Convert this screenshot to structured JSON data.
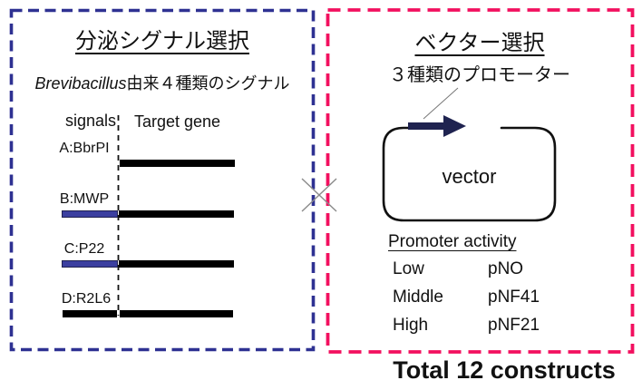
{
  "left_panel": {
    "title": "分泌シグナル選択",
    "subtitle_italic": "Brevibacillus",
    "subtitle_rest": "由来４種類のシグナル",
    "col_signals": "signals",
    "col_target": "Target gene",
    "rows": [
      {
        "label": "A:BbrPI",
        "signal_bar": "none"
      },
      {
        "label": "B:MWP",
        "signal_bar": "blue"
      },
      {
        "label": "C:P22",
        "signal_bar": "blue"
      },
      {
        "label": "D:R2L6",
        "signal_bar": "black"
      }
    ]
  },
  "right_panel": {
    "title": "ベクター選択",
    "subtitle": "３種類のプロモーター",
    "vector_label": "vector",
    "promoter_table": {
      "header": "Promoter activity",
      "rows": [
        {
          "activity": "Low",
          "promoter": "pNO"
        },
        {
          "activity": "Middle",
          "promoter": "pNF41"
        },
        {
          "activity": "High",
          "promoter": "pNF21"
        }
      ]
    }
  },
  "footer": {
    "total": "Total 12 constructs"
  },
  "colors": {
    "left_border": "#2E3192",
    "right_border": "#F2105F",
    "signal_blue": "#3B3FA0",
    "arrow_navy": "#1F2350",
    "bar_black": "#000000",
    "cross_gray": "#8A8A8A"
  }
}
